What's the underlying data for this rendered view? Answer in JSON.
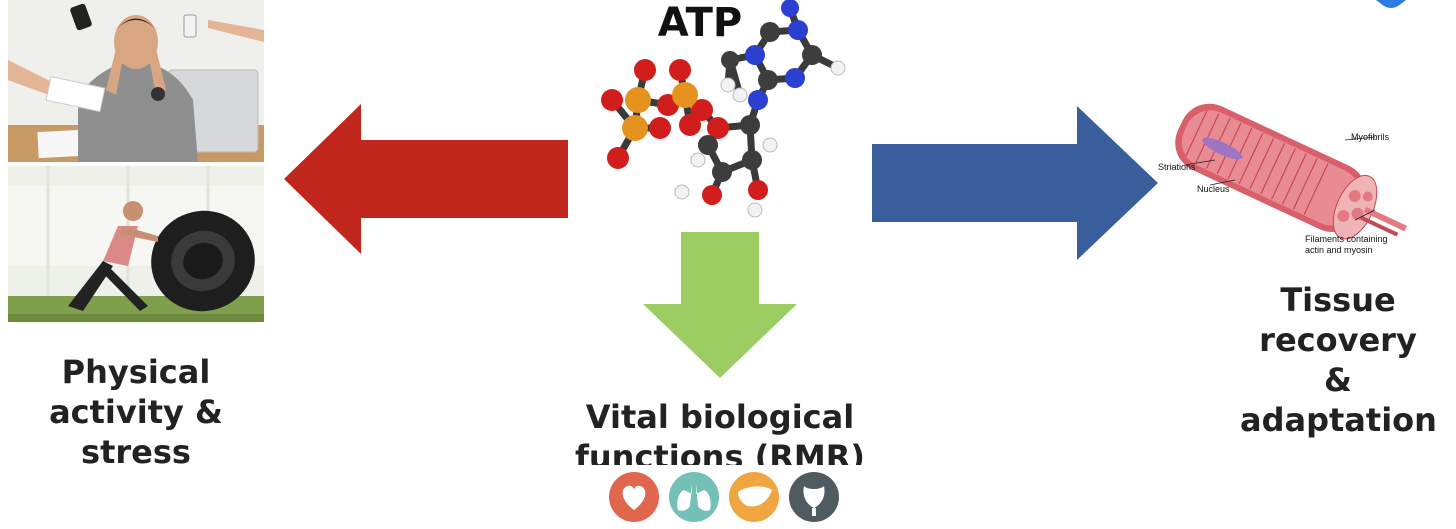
{
  "diagram": {
    "center_title": "ATP",
    "left_label": [
      "Physical",
      "activity & stress"
    ],
    "bottom_label": [
      "Vital biological",
      "functions (RMR)"
    ],
    "right_label": [
      "Tissue",
      "recovery &",
      "adaptation"
    ],
    "muscle_annotations": {
      "striations": "Striations",
      "nucleus": "Nucleus",
      "myofibrils": "Myofibrils",
      "filaments": [
        "Filaments containing",
        "actin and myosin"
      ]
    },
    "organ_icons": [
      "heart-icon",
      "lungs-icon",
      "liver-icon",
      "bladder-icon"
    ]
  },
  "colors": {
    "left_arrow": "#c0261b",
    "right_arrow": "#3a5d9c",
    "down_arrow": "#9ccd63",
    "organ_heart": "#e0664d",
    "organ_lungs": "#74c0b7",
    "organ_liver": "#f0a640",
    "organ_bladder": "#4f5b61"
  }
}
